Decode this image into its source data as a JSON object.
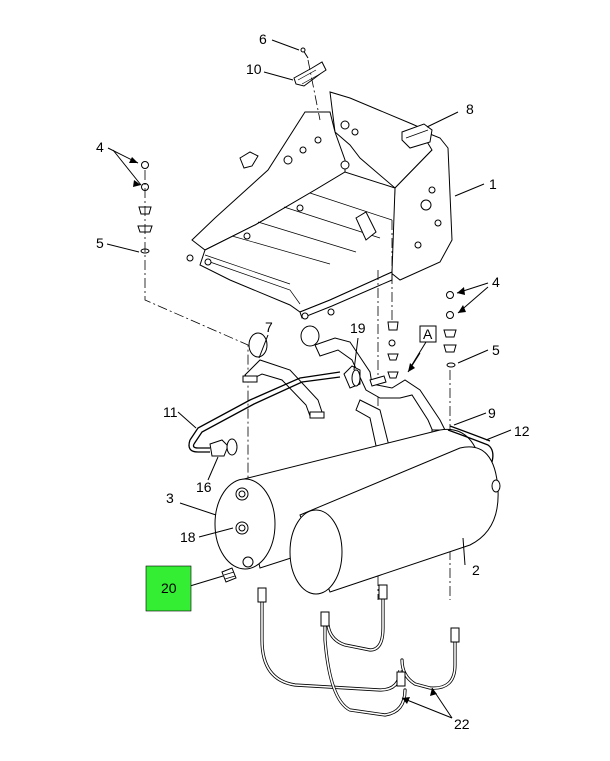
{
  "diagram": {
    "callouts": {
      "c1": "1",
      "c2": "2",
      "c3": "3",
      "c4a": "4",
      "c4b": "4",
      "c5a": "5",
      "c5b": "5",
      "c6": "6",
      "c7": "7",
      "c8": "8",
      "c9": "9",
      "c10": "10",
      "c11": "11",
      "c12": "12",
      "c16": "16",
      "c18": "18",
      "c19": "19",
      "c22": "22"
    },
    "view_label": "A",
    "highlighted_callout": {
      "label": "20",
      "color": "#33ee33"
    }
  }
}
